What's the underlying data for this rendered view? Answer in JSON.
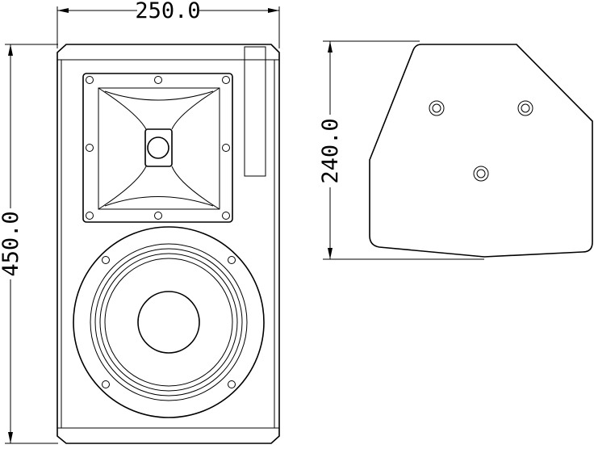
{
  "drawing": {
    "dimensions": {
      "width_label": "250.0",
      "height_label": "450.0",
      "depth_label": "240.0"
    },
    "colors": {
      "line": "#000000",
      "background": "#ffffff"
    }
  }
}
